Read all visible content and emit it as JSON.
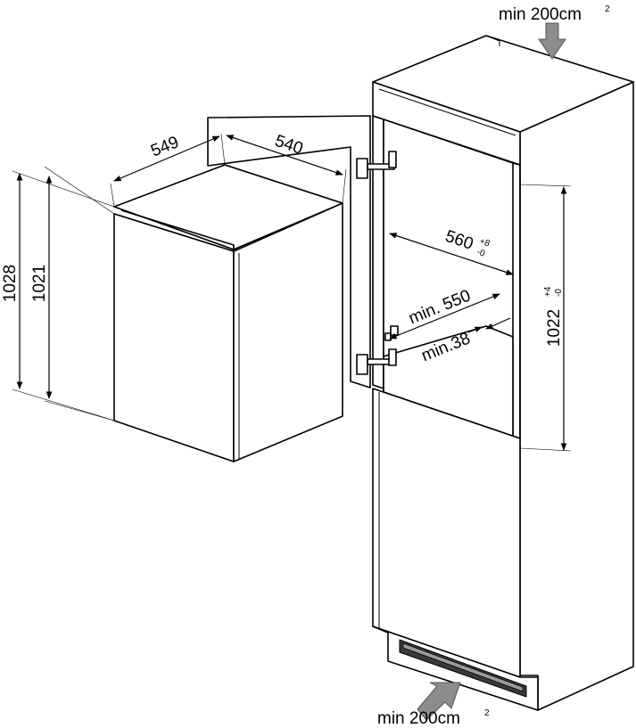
{
  "dimensions": {
    "appliance_depth": "549",
    "appliance_width": "540",
    "appliance_height_total": "1028",
    "appliance_height_body": "1021",
    "niche_width": "560",
    "niche_width_tolerance_plus": "+8",
    "niche_width_tolerance_minus": "-0",
    "niche_depth_min": "min. 550",
    "gap_min": "min.38",
    "niche_height": "1022",
    "niche_height_tolerance_plus": "+4",
    "niche_height_tolerance_minus": "-0"
  },
  "ventilation": {
    "top_label": "min 200cm",
    "top_label_sup": "2",
    "bottom_label": "min 200cm",
    "bottom_label_sup": "2"
  },
  "colors": {
    "line": "#000000",
    "arrow": "#8c8c8c",
    "vent_grille": "#3a3a3a"
  }
}
